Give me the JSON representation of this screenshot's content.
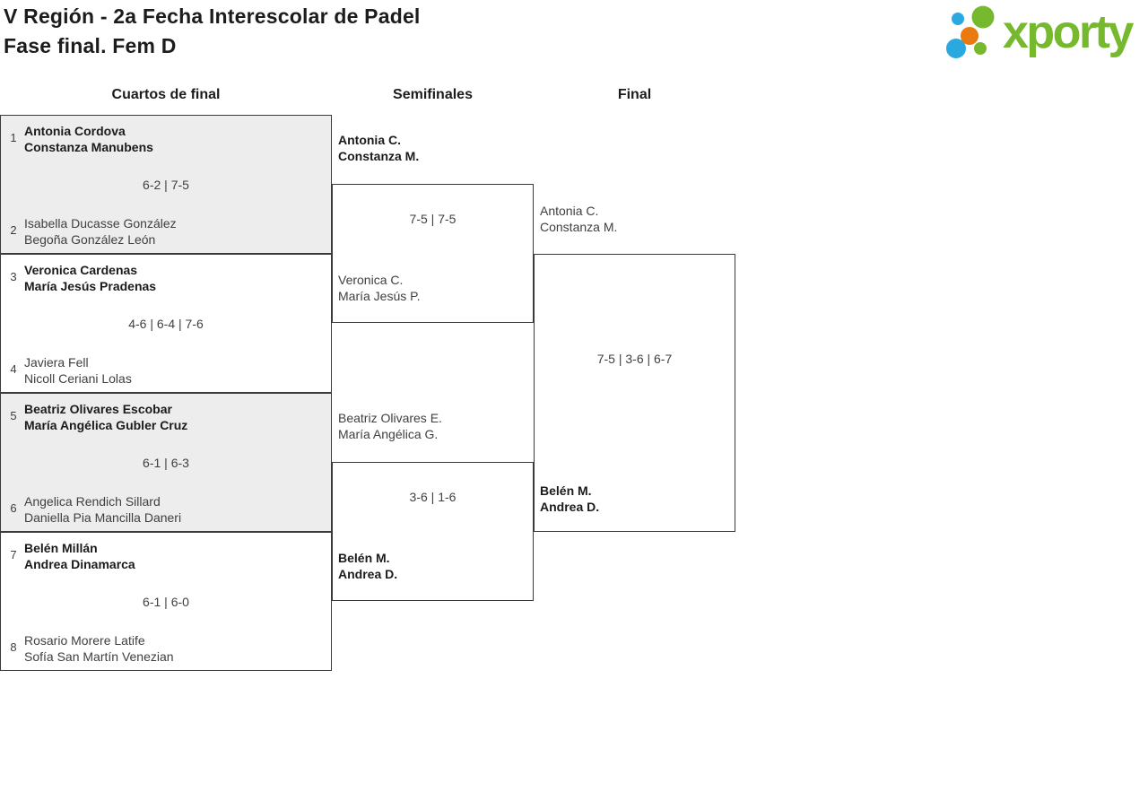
{
  "header": {
    "title_line1": "V Región - 2a Fecha Interescolar de Padel",
    "title_line2": "Fase final. Fem D",
    "logo_text": "xporty"
  },
  "colors": {
    "brand_green": "#76b82e",
    "brand_blue": "#29a9e0",
    "brand_orange": "#e87a10",
    "shaded_row": "#ededed",
    "border": "#3a3a3a"
  },
  "columns": [
    {
      "label": "Cuartos de final"
    },
    {
      "label": "Semifinales"
    },
    {
      "label": "Final"
    }
  ],
  "quarterfinals": [
    {
      "seed_top": "1",
      "top_line1": "Antonia Cordova",
      "top_line2": "Constanza Manubens",
      "top_winner": true,
      "score": "6-2 | 7-5",
      "seed_bottom": "2",
      "bottom_line1": "Isabella Ducasse González",
      "bottom_line2": "Begoña González León",
      "bottom_winner": false
    },
    {
      "seed_top": "3",
      "top_line1": "Veronica Cardenas",
      "top_line2": "María Jesús Pradenas",
      "top_winner": true,
      "score": "4-6 | 6-4 | 7-6",
      "seed_bottom": "4",
      "bottom_line1": "Javiera Fell",
      "bottom_line2": "Nicoll Ceriani Lolas",
      "bottom_winner": false
    },
    {
      "seed_top": "5",
      "top_line1": "Beatriz Olivares Escobar",
      "top_line2": "María Angélica Gubler Cruz",
      "top_winner": true,
      "score": "6-1 | 6-3",
      "seed_bottom": "6",
      "bottom_line1": "Angelica Rendich Sillard",
      "bottom_line2": "Daniella Pia Mancilla Daneri",
      "bottom_winner": false
    },
    {
      "seed_top": "7",
      "top_line1": "Belén Millán",
      "top_line2": "Andrea Dinamarca",
      "top_winner": true,
      "score": "6-1 | 6-0",
      "seed_bottom": "8",
      "bottom_line1": "Rosario Morere Latife",
      "bottom_line2": "Sofía San Martín Venezian",
      "bottom_winner": false
    }
  ],
  "semifinals": [
    {
      "top_line1": "Antonia C.",
      "top_line2": "Constanza M.",
      "top_winner": true,
      "score": "7-5 | 7-5",
      "bottom_line1": "Veronica C.",
      "bottom_line2": "María Jesús P.",
      "bottom_winner": false
    },
    {
      "top_line1": "Beatriz Olivares E.",
      "top_line2": "María Angélica G.",
      "top_winner": false,
      "score": "3-6 | 1-6",
      "bottom_line1": "Belén M.",
      "bottom_line2": "Andrea D.",
      "bottom_winner": true
    }
  ],
  "final": {
    "top_line1": "Antonia C.",
    "top_line2": "Constanza M.",
    "top_winner": false,
    "score": "7-5 | 3-6 | 6-7",
    "bottom_line1": "Belén M.",
    "bottom_line2": "Andrea D.",
    "bottom_winner": true
  }
}
